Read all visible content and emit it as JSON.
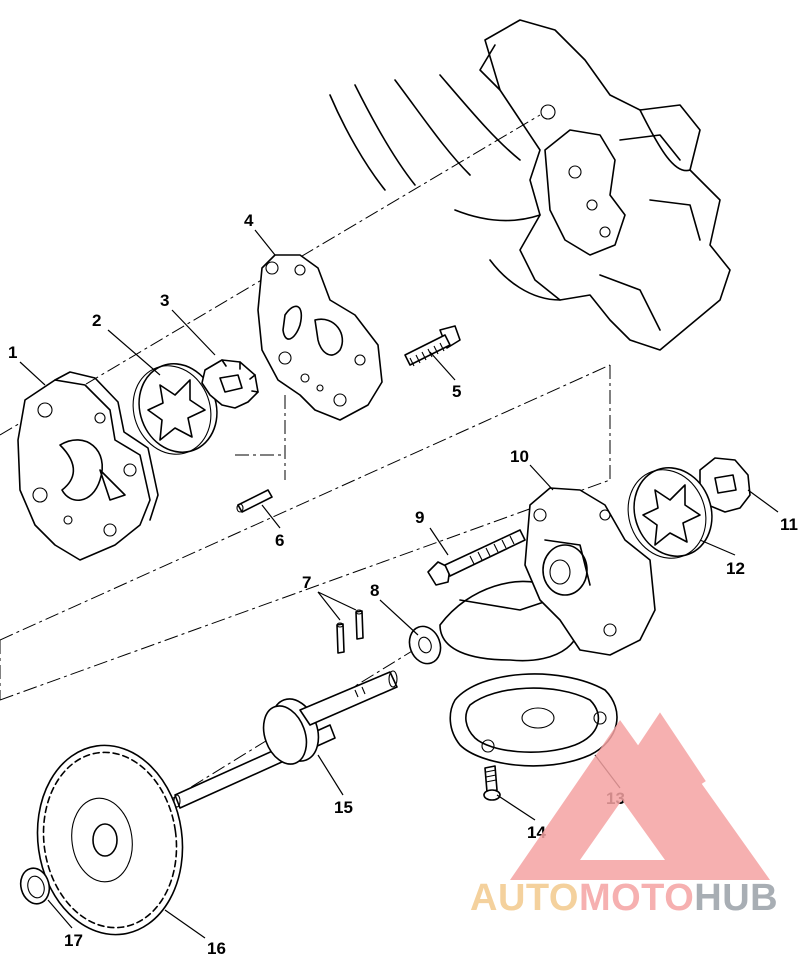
{
  "callouts": [
    "1",
    "2",
    "3",
    "4",
    "5",
    "6",
    "7",
    "8",
    "9",
    "10",
    "11",
    "12",
    "13",
    "14",
    "15",
    "16",
    "17"
  ],
  "watermark": {
    "part1": "AUTO",
    "part2": "MOTO",
    "part3": "HUB",
    "color_primary": "#f5a3a3",
    "color_secondary": "#f3c98c",
    "color_dark": "#9aa0a8"
  }
}
